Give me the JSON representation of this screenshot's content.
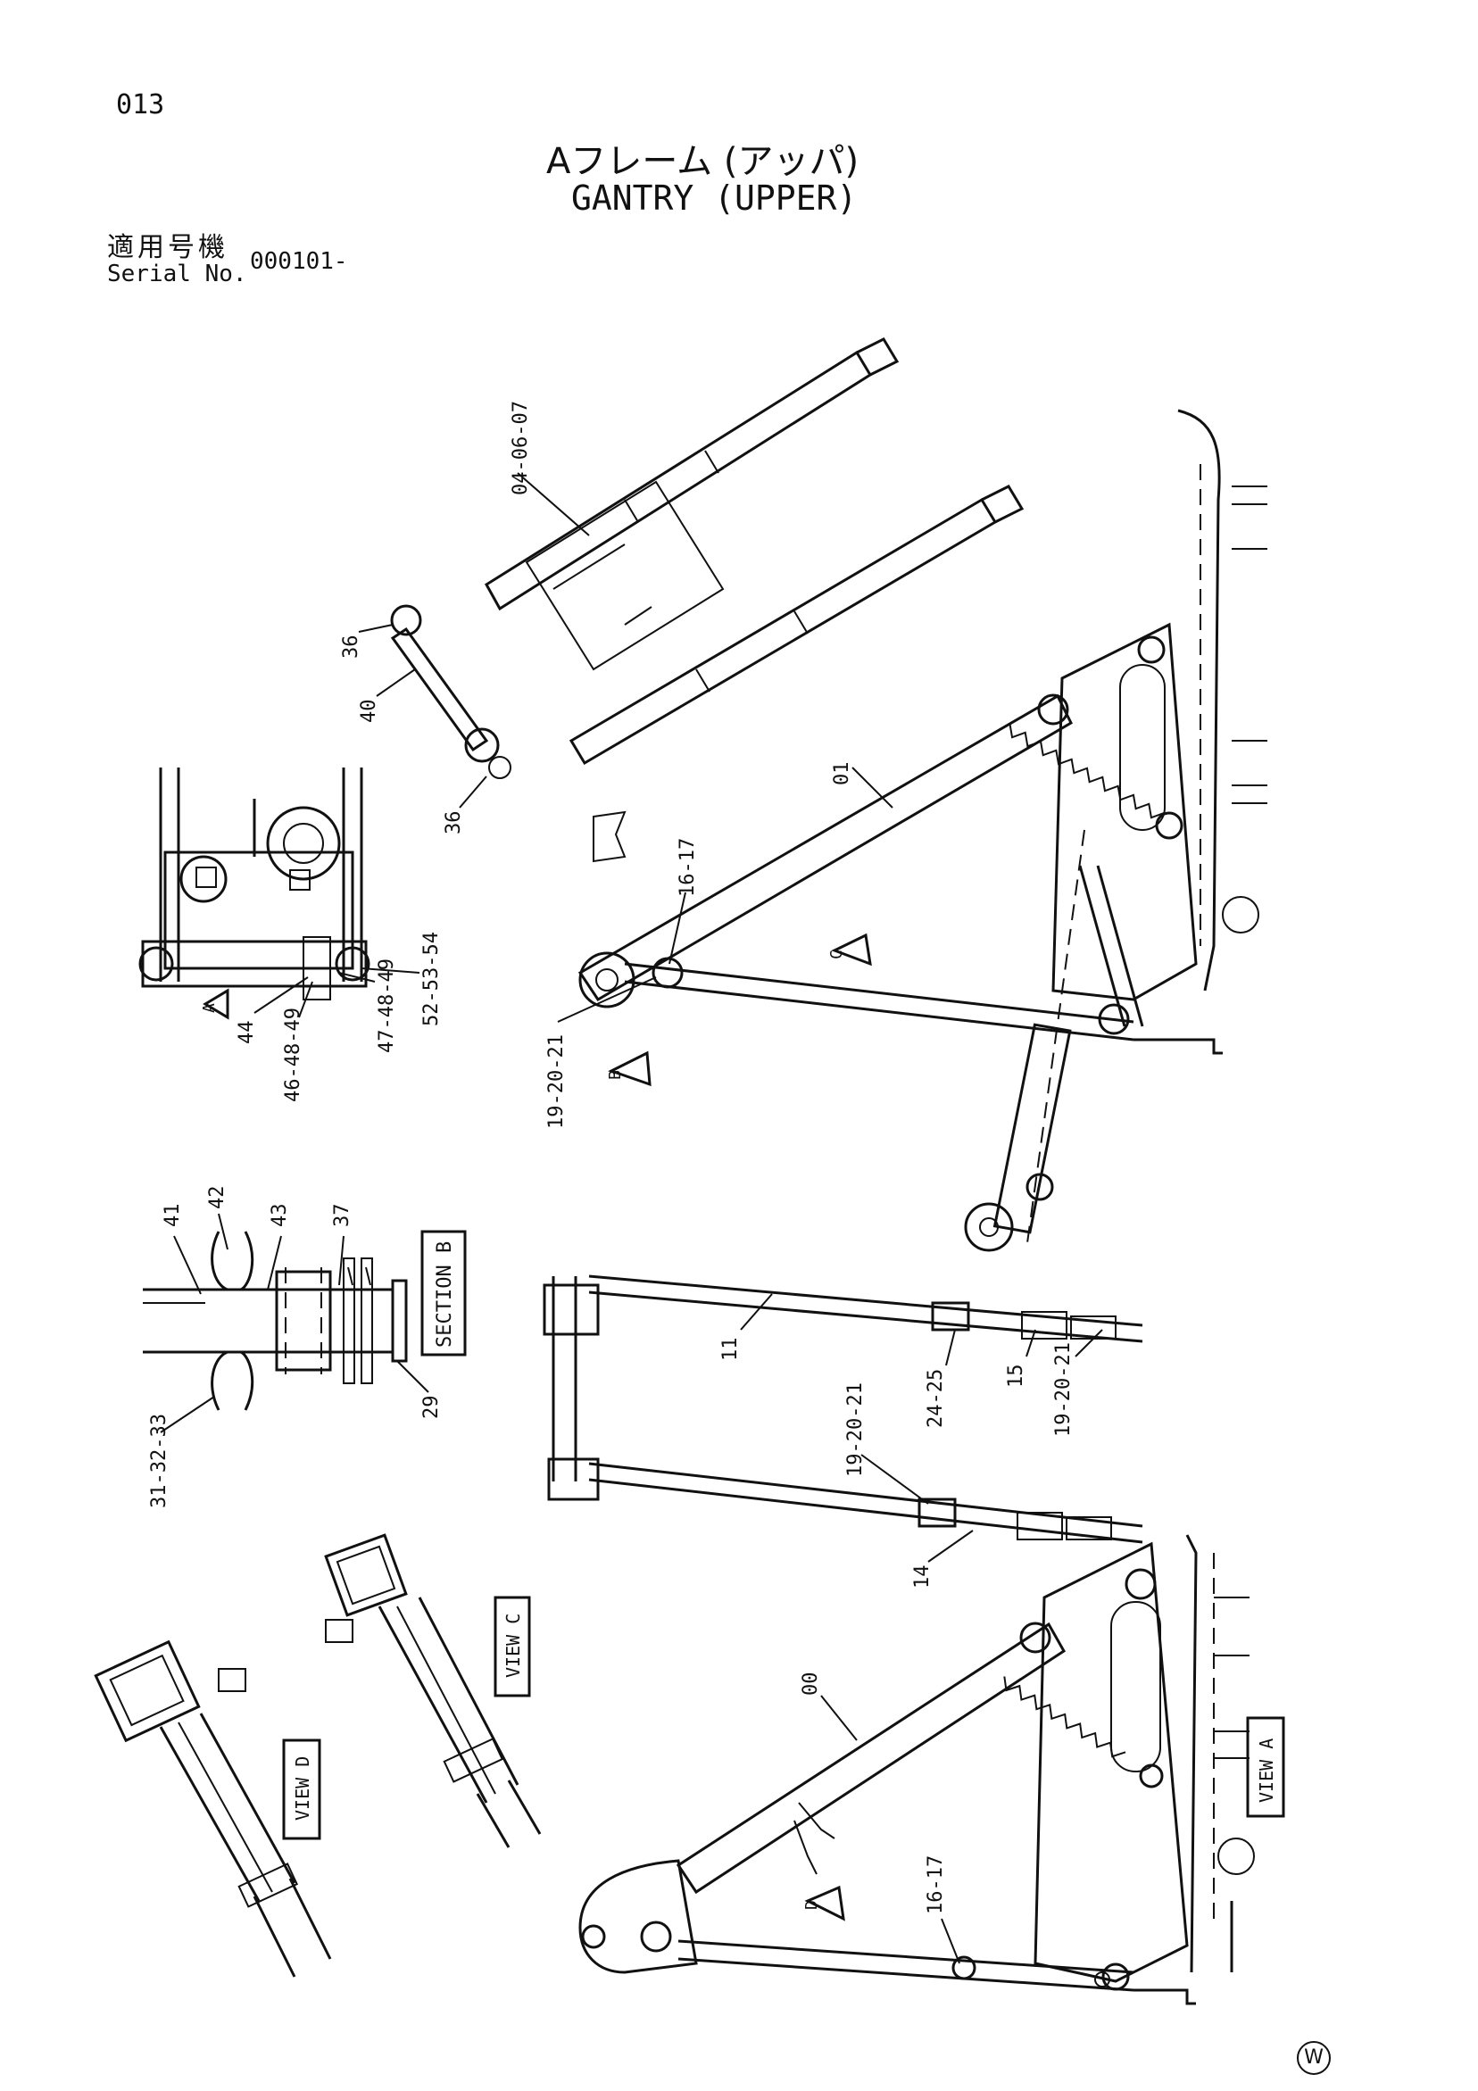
{
  "header": {
    "page_number": "013",
    "title_jp": "Aフレーム (アッパ)",
    "title_en": "GANTRY (UPPER)",
    "serial_label_jp": "適用号機",
    "serial_label_en": "Serial No.",
    "serial_value": "000101-"
  },
  "views": {
    "view_a": "VIEW A",
    "view_c": "VIEW C",
    "view_d": "VIEW D",
    "section_b": "SECTION B",
    "arrow_a": "A",
    "arrow_b": "B",
    "arrow_c": "C",
    "arrow_d": "D"
  },
  "callouts": {
    "c_040607": "04-06-07",
    "c_36_top": "36",
    "c_40": "40",
    "c_36_bottom": "36",
    "c_01": "01",
    "c_1617_top": "16-17",
    "c_192021_top": "19-20-21",
    "c_44": "44",
    "c_464849": "46-48-49",
    "c_474849": "47-48-49",
    "c_525354": "52-53-54",
    "c_41": "41",
    "c_42": "42",
    "c_43": "43",
    "c_37": "37",
    "c_29": "29",
    "c_313233": "31-32-33",
    "c_11": "11",
    "c_2425": "24-25",
    "c_15": "15",
    "c_192021_right": "19-20-21",
    "c_192021_mid": "19-20-21",
    "c_14": "14",
    "c_00": "00",
    "c_1617_bottom": "16-17"
  },
  "footer_mark": "W"
}
